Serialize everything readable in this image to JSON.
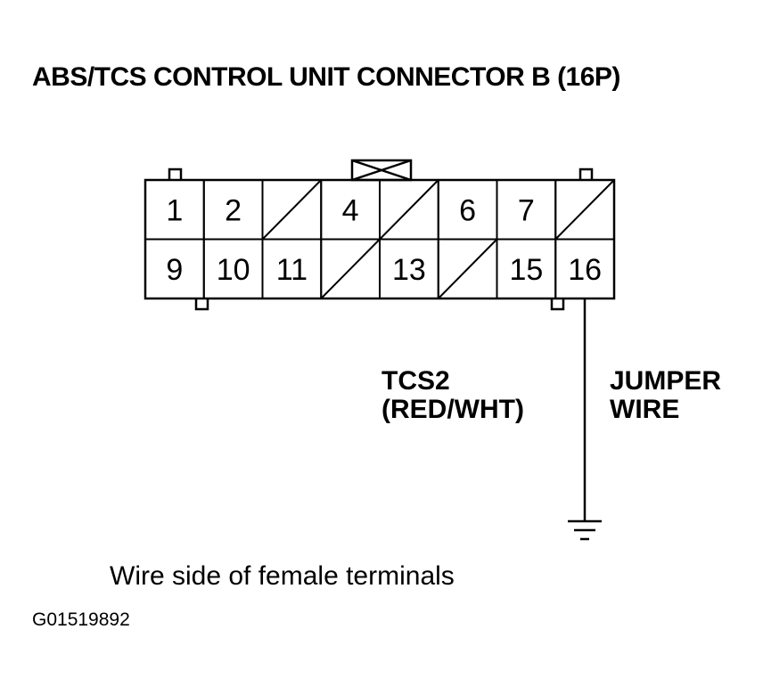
{
  "title": "ABS/TCS CONTROL UNIT CONNECTOR B (16P)",
  "connector": {
    "top_row": [
      "1",
      "2",
      "",
      "4",
      "",
      "6",
      "7",
      ""
    ],
    "bottom_row": [
      "9",
      "10",
      "11",
      "",
      "13",
      "",
      "15",
      "16"
    ]
  },
  "labels": {
    "signal_line1": "TCS2",
    "signal_line2": "(RED/WHT)",
    "jumper_line1": "JUMPER",
    "jumper_line2": "WIRE"
  },
  "caption": "Wire side of female terminals",
  "figure_code": "G01519892"
}
